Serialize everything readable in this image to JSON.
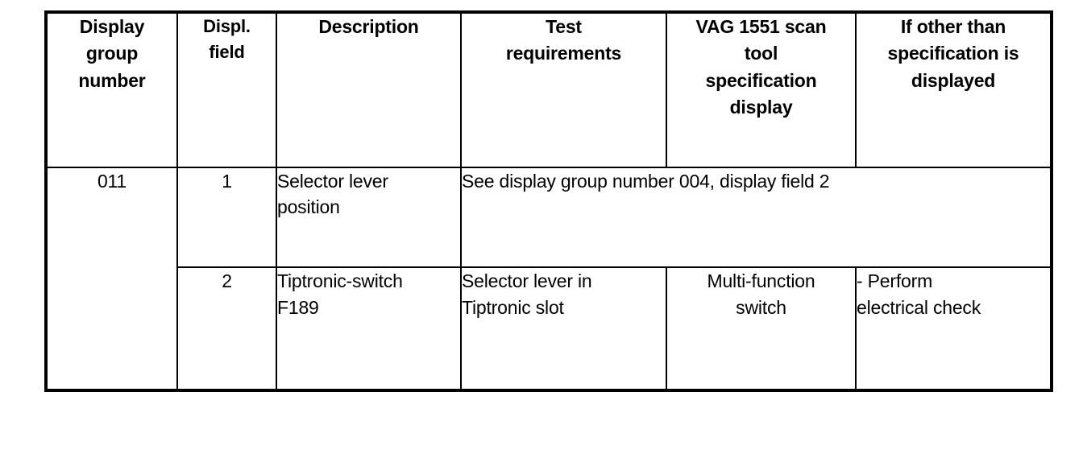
{
  "document": {
    "type": "automotive-service-table",
    "background_color": "#ffffff",
    "line_color": "#000000",
    "text_color": "#000000"
  },
  "table": {
    "headers": [
      "Display group number",
      "Displ. field",
      "Description",
      "Test requirements",
      "VAG 1551 scan tool specification display",
      "If other than specification is displayed"
    ],
    "header_lines": {
      "display_group_number": [
        "Display",
        "group",
        "number"
      ],
      "displ_field": [
        "Displ.",
        "field"
      ],
      "description": [
        "Description"
      ],
      "test_requirements": [
        "Test",
        "requirements"
      ],
      "vag_1551": [
        "VAG 1551 scan",
        "tool",
        "specification",
        "display"
      ],
      "if_other": [
        "If other than",
        "specification is",
        "displayed"
      ]
    },
    "rows": [
      {
        "display_group_number": "011",
        "displ_field": "1",
        "description": [
          "Selector lever",
          "position"
        ],
        "merged_note": "See display group number 004, display field 2",
        "merged": true
      },
      {
        "display_group_number": "",
        "displ_field": "2",
        "description": [
          "Tiptronic-switch",
          "F189"
        ],
        "test_requirements": [
          "Selector lever in",
          "Tiptronic slot"
        ],
        "vag_1551": [
          "Multi-function",
          "switch"
        ],
        "if_other": [
          "- Perform",
          "electrical check"
        ],
        "merged": false
      }
    ]
  }
}
